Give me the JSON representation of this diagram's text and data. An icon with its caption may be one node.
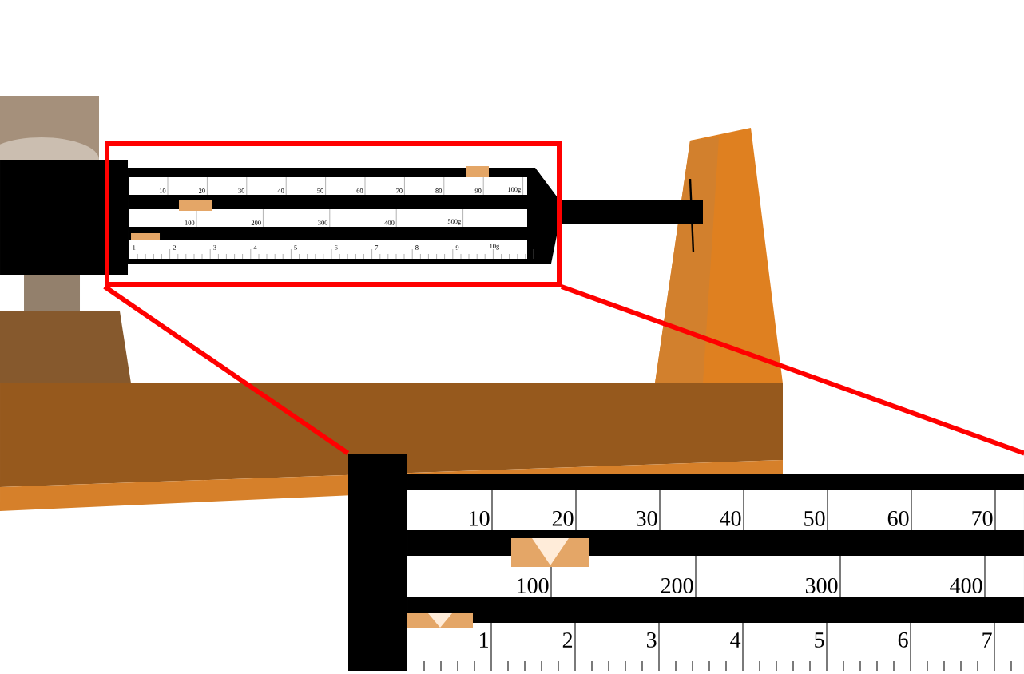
{
  "diagram": {
    "nodes": [
      {
        "text": [],
        "shape": "box"
      },
      {
        "text": [],
        "shape": "picture"
      }
    ],
    "edges": [
      {
        "from": 0,
        "to": 1,
        "arrow": "none"
      },
      {
        "from": 0,
        "to": 1,
        "arrow": "none"
      }
    ],
    "labels": [
      "10",
      "20",
      "30",
      "40",
      "50",
      "60",
      "70",
      "80",
      "90",
      "100g",
      "100",
      "200",
      "300",
      "400",
      "500g",
      "1",
      "2",
      "3",
      "4",
      "5",
      "6",
      "7",
      "8",
      "9",
      "10g",
      "10",
      "20",
      "30",
      "40",
      "50",
      "60",
      "70",
      "100",
      "200",
      "300",
      "400",
      "1",
      "2",
      "3",
      "4",
      "5",
      "6",
      "7"
    ]
  }
}
